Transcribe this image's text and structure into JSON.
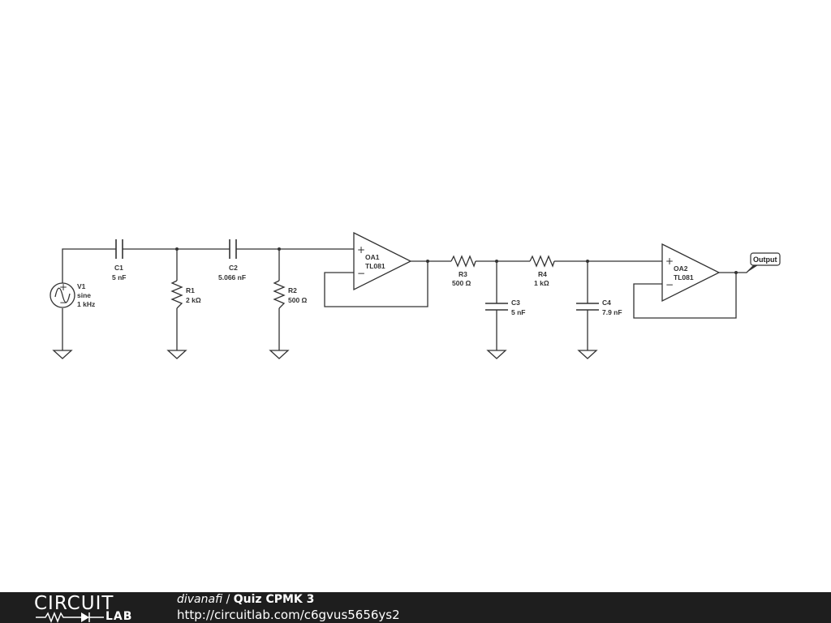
{
  "components": {
    "v1": {
      "name": "V1",
      "type": "sine",
      "value": "1 kHz"
    },
    "c1": {
      "name": "C1",
      "value": "5 nF"
    },
    "r1": {
      "name": "R1",
      "value": "2 kΩ"
    },
    "c2": {
      "name": "C2",
      "value": "5.066 nF"
    },
    "r2": {
      "name": "R2",
      "value": "500 Ω"
    },
    "oa1": {
      "name": "OA1",
      "model": "TL081"
    },
    "r3": {
      "name": "R3",
      "value": "500 Ω"
    },
    "c3": {
      "name": "C3",
      "value": "5 nF"
    },
    "r4": {
      "name": "R4",
      "value": "1 kΩ"
    },
    "c4": {
      "name": "C4",
      "value": "7.9 nF"
    },
    "oa2": {
      "name": "OA2",
      "model": "TL081"
    }
  },
  "symbols": {
    "plus": "+",
    "minus": "−"
  },
  "output_label": "Output",
  "footer": {
    "logo_top": "CIRCUIT",
    "logo_bottom": "LAB",
    "author": "divanafi",
    "separator": " / ",
    "title": "Quiz CPMK 3",
    "url": "http://circuitlab.com/c6gvus5656ys2"
  }
}
